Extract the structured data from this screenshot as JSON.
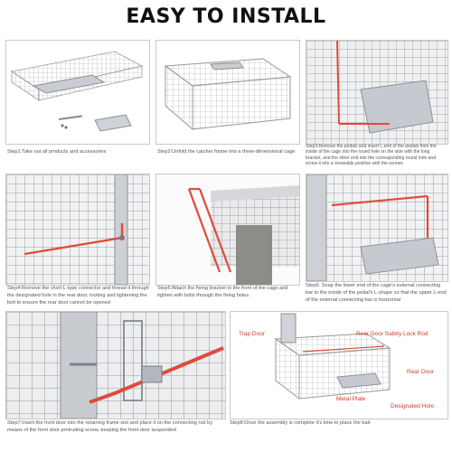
{
  "title": "EASY TO INSTALL",
  "colors": {
    "accent_red": "#e14b3a",
    "wire": "#a8a8a8",
    "metal": "#b8bcc2"
  },
  "steps": [
    {
      "caption": "Step1:Take out all products and accessories"
    },
    {
      "caption": "Step2:Unfold the catcher frame into a three-dimensional cage"
    },
    {
      "caption": "Step3:Remove the pedals and insert L-end of the pedals from the inside of the cage into the round hole on the side with the long bracket, and the other end into the corresponding round hole and screw it into a moveable position with the screws"
    },
    {
      "caption": "Step4:Remove the short L-type connector and thread it through the designated hole in the rear door, locking and tightening the bolt to ensure the rear door cannot be opened"
    },
    {
      "caption": "Step5:Attach the fixing bracket to the front of the cage and tighten with bolts through the fixing holes"
    },
    {
      "caption": "Step6: Snap the lower end of the cage's external connecting bar to the inside of the pedal's L-shape so that the upper L-end of the external connecting bar is horizontal"
    },
    {
      "caption": "Step7:Insert the front door into the retaining frame slot and place it on the connecting rod by means of the front door protruding screw, keeping the front door suspended"
    },
    {
      "caption": "Step8:Once the assembly is complete it's time to place the bait"
    }
  ],
  "callouts": {
    "trap_door": "Trap Door",
    "rear_door_safety_lock_rod": "Rear Door Safety Lock Rod",
    "rear_door": "Rear Door",
    "metal_plate": "Metal Plate",
    "designated_hole": "Designated Hole"
  }
}
